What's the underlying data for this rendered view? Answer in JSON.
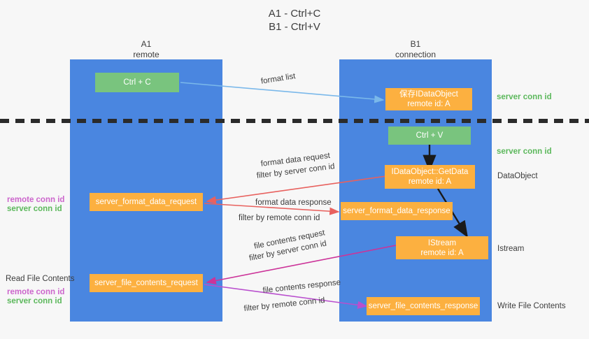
{
  "title": {
    "line1": "A1 - Ctrl+C",
    "line2": "B1 - Ctrl+V"
  },
  "columns": [
    {
      "id": "A1",
      "name": "A1",
      "role": "remote"
    },
    {
      "id": "B1",
      "name": "B1",
      "role": "connection"
    }
  ],
  "boxes": {
    "ctrl_c": {
      "label": "Ctrl + C",
      "color": "#79c47e"
    },
    "ctrl_v": {
      "label": "Ctrl + V",
      "color": "#79c47e"
    },
    "save_idataobject": {
      "line1": "保存IDataObject",
      "line2": "remote id: A",
      "color": "#fcb040"
    },
    "getdata": {
      "line1": "IDataObject::GetData",
      "line2": "remote id: A",
      "color": "#fcb040"
    },
    "istream": {
      "line1": "IStream",
      "line2": "remote id: A",
      "color": "#fcb040"
    },
    "server_format_data_request": {
      "label": "server_format_data_request",
      "color": "#fcb040"
    },
    "server_format_data_response": {
      "label": "server_format_data_response",
      "color": "#fcb040"
    },
    "server_file_contents_request": {
      "label": "server_file_contents_request",
      "color": "#fcb040"
    },
    "server_file_contents_response": {
      "label": "server_file_contents_response",
      "color": "#fcb040"
    }
  },
  "arrows": {
    "format_list": {
      "label": "format list"
    },
    "format_data_request": {
      "label": "format data request",
      "filter_prefix": "filter by ",
      "filter_value": "server conn id"
    },
    "format_data_response": {
      "label": "format data response",
      "filter_prefix": "filter by ",
      "filter_value": "remote conn id"
    },
    "file_contents_request": {
      "label": "file contents request",
      "filter_prefix": "filter by ",
      "filter_value": "server conn id"
    },
    "file_contents_response": {
      "label": "file contents response",
      "filter_prefix": "filter by ",
      "filter_value": "remote conn id"
    }
  },
  "right_labels": {
    "server_conn_id_top": "server conn id",
    "server_conn_id_mid": "server conn id",
    "dataobject": "DataObject",
    "istream": "Istream",
    "write_file_contents": "Write File Contents"
  },
  "left_labels": {
    "remote_conn_id_mid": "remote conn id",
    "server_conn_id_mid": "server conn id",
    "read_file_contents": "Read File Contents",
    "remote_conn_id_bottom": "remote conn id",
    "server_conn_id_bottom": "server conn id"
  },
  "colors": {
    "column": "#4a86e0",
    "green_box": "#79c47e",
    "orange_box": "#fcb040",
    "green_text": "#5cb85c",
    "purple_text": "#cc66cc",
    "arrow_blue": "#7ab8ea",
    "arrow_red": "#e8615e",
    "arrow_purple": "#b94fce",
    "arrow_magenta": "#cc3399",
    "arrow_black": "#1a1a1a",
    "dashed_line": "#2b2b2b",
    "background": "#f7f7f7"
  }
}
